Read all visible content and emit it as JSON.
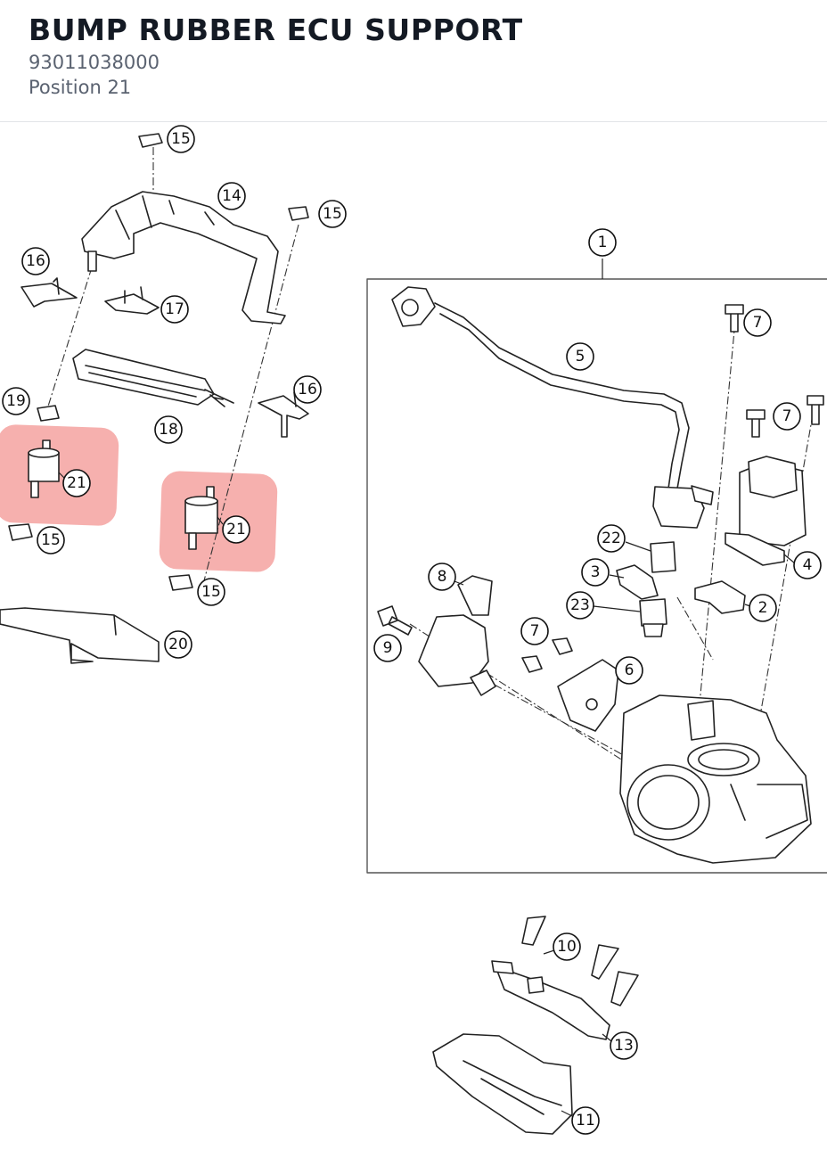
{
  "part": {
    "title": "BUMP RUBBER ECU SUPPORT",
    "number": "93011038000",
    "position": "Position 21"
  },
  "diagram": {
    "highlight_color": "#ee6f6c",
    "callouts": [
      "1",
      "2",
      "3",
      "4",
      "5",
      "6",
      "7",
      "8",
      "9",
      "10",
      "11",
      "13",
      "14",
      "15",
      "16",
      "17",
      "18",
      "19",
      "20",
      "21",
      "22",
      "23"
    ],
    "highlighted_position": "21"
  }
}
